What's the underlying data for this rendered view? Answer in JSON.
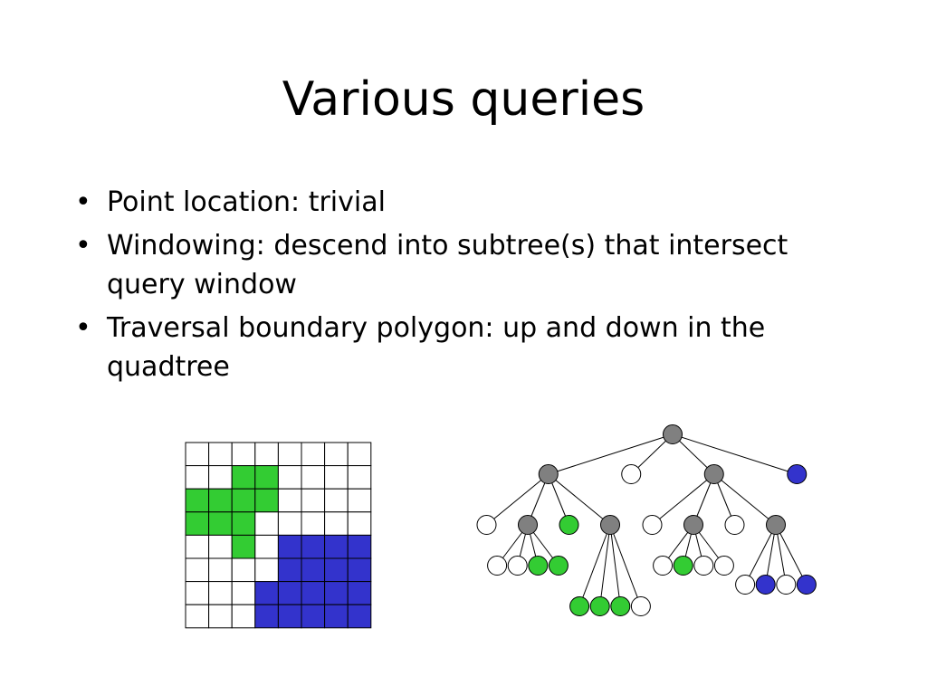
{
  "slide": {
    "title": "Various queries",
    "bullets": [
      "Point location: trivial",
      "Windowing: descend into subtree(s) that intersect query window",
      "Traversal boundary polygon: up and down in the quadtree"
    ]
  },
  "colors": {
    "green": "#33cc33",
    "blue": "#3333cc",
    "gray": "#808080",
    "white": "#ffffff",
    "outline": "#000000"
  },
  "grid": {
    "rows": 8,
    "cols": 8,
    "cells": [
      "WWWWWWWW",
      "WWGGWWWW",
      "GGGGWWWW",
      "GGGWWWWW",
      "WWGWBBBB",
      "WWWWBBBB",
      "WWWBBBBB",
      "WWWBBBBB"
    ]
  },
  "tree": {
    "node_kinds": [
      "internal",
      "empty",
      "green",
      "blue"
    ],
    "root": {
      "kind": "internal",
      "children": [
        {
          "kind": "internal",
          "children": [
            {
              "kind": "empty"
            },
            {
              "kind": "internal",
              "children": [
                {
                  "kind": "empty"
                },
                {
                  "kind": "empty"
                },
                {
                  "kind": "green"
                },
                {
                  "kind": "green"
                }
              ]
            },
            {
              "kind": "green"
            },
            {
              "kind": "internal",
              "children": [
                {
                  "kind": "green"
                },
                {
                  "kind": "green"
                },
                {
                  "kind": "green"
                },
                {
                  "kind": "empty"
                }
              ]
            }
          ]
        },
        {
          "kind": "empty"
        },
        {
          "kind": "internal",
          "children": [
            {
              "kind": "empty"
            },
            {
              "kind": "internal",
              "children": [
                {
                  "kind": "empty"
                },
                {
                  "kind": "green"
                },
                {
                  "kind": "empty"
                },
                {
                  "kind": "empty"
                }
              ]
            },
            {
              "kind": "empty"
            },
            {
              "kind": "internal",
              "children": [
                {
                  "kind": "empty"
                },
                {
                  "kind": "blue"
                },
                {
                  "kind": "empty"
                },
                {
                  "kind": "blue"
                }
              ]
            }
          ]
        },
        {
          "kind": "blue"
        }
      ]
    }
  }
}
